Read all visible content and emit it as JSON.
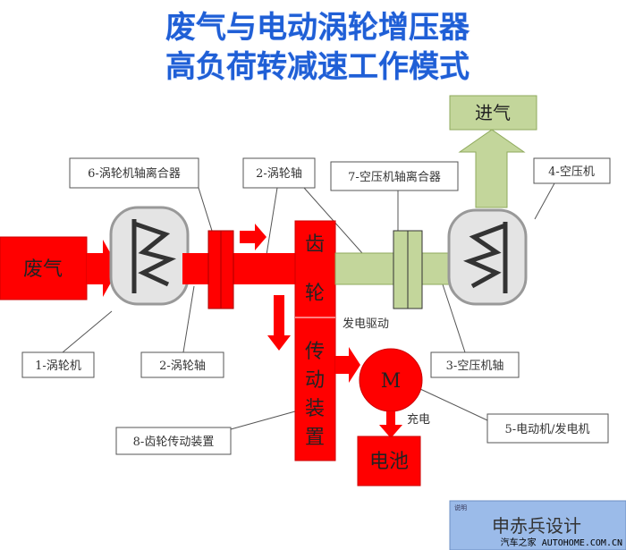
{
  "title": {
    "line1": "废气与电动涡轮增压器",
    "line2": "高负荷转减速工作模式"
  },
  "blocks": {
    "exhaust": "废气",
    "intake": "进气",
    "gear_top1": "齿",
    "gear_top2": "轮",
    "gear_bottom": [
      "传",
      "动",
      "装",
      "置"
    ],
    "motor": "M",
    "battery": "电池"
  },
  "annotations": {
    "generate_drive": "发电驱动",
    "charge": "充电"
  },
  "labels": {
    "turbine_clutch": "6-涡轮机轴离合器",
    "turbine_shaft_top": "2-涡轮轴",
    "compressor_clutch": "7-空压机轴离合器",
    "compressor": "4-空压机",
    "turbine": "1-涡轮机",
    "turbine_shaft_bottom": "2-涡轮轴",
    "compressor_shaft": "3-空压机轴",
    "gear_drive": "8-齿轮传动装置",
    "motor_generator": "5-电动机/发电机"
  },
  "footer": {
    "caption": "说明",
    "designer": "申赤兵设计",
    "watermark": "汽车之家 AUTOHOME.COM.CN"
  },
  "colors": {
    "red": "#ff0000",
    "green": "#c3d69b",
    "title": "#1f5fd6",
    "panel": "#9bbbe9"
  }
}
